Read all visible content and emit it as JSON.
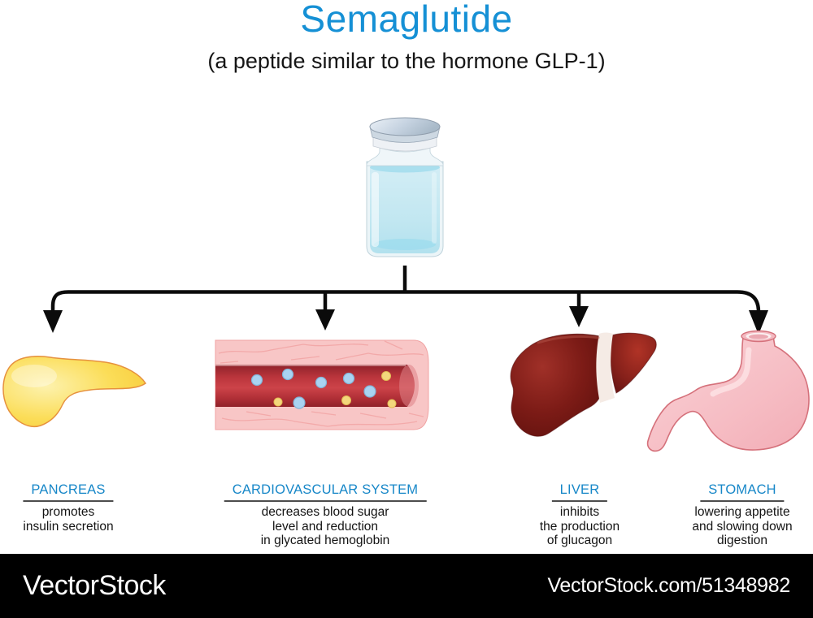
{
  "title": "Semaglutide",
  "subtitle": "(a peptide similar to the hormone GLP-1)",
  "colors": {
    "title_blue": "#1590d5",
    "heading_blue": "#1787c8",
    "underline_gray": "#4d4d4d",
    "arrow_black": "#0b0b0b",
    "pancreas_yellow": "#fbd94e",
    "vessel_red": "#c03a40",
    "liver_maroon": "#7c1b16",
    "stomach_pink": "#f5bac1",
    "vial_liquid_blue": "#c5e8f2"
  },
  "illustrations": {
    "vial": "medication-vial",
    "connector": "branching-down-arrows",
    "pancreas": "pancreas-organ",
    "cardiovascular": "blood-vessel-cross-section",
    "liver": "liver-organ",
    "stomach": "stomach-organ"
  },
  "organs": [
    {
      "id": "pancreas",
      "heading": "PANCREAS",
      "effect": "promotes\ninsulin secretion"
    },
    {
      "id": "cardiovascular",
      "heading": "CARDIOVASCULAR SYSTEM",
      "effect": "decreases blood sugar\nlevel and reduction\nin glycated hemoglobin"
    },
    {
      "id": "liver",
      "heading": "LIVER",
      "effect": "inhibits\nthe production\nof glucagon"
    },
    {
      "id": "stomach",
      "heading": "STOMACH",
      "effect": "lowering appetite\nand slowing down\ndigestion"
    }
  ],
  "watermark": {
    "brand": "VectorStock",
    "reference": "VectorStock.com/51348982"
  }
}
